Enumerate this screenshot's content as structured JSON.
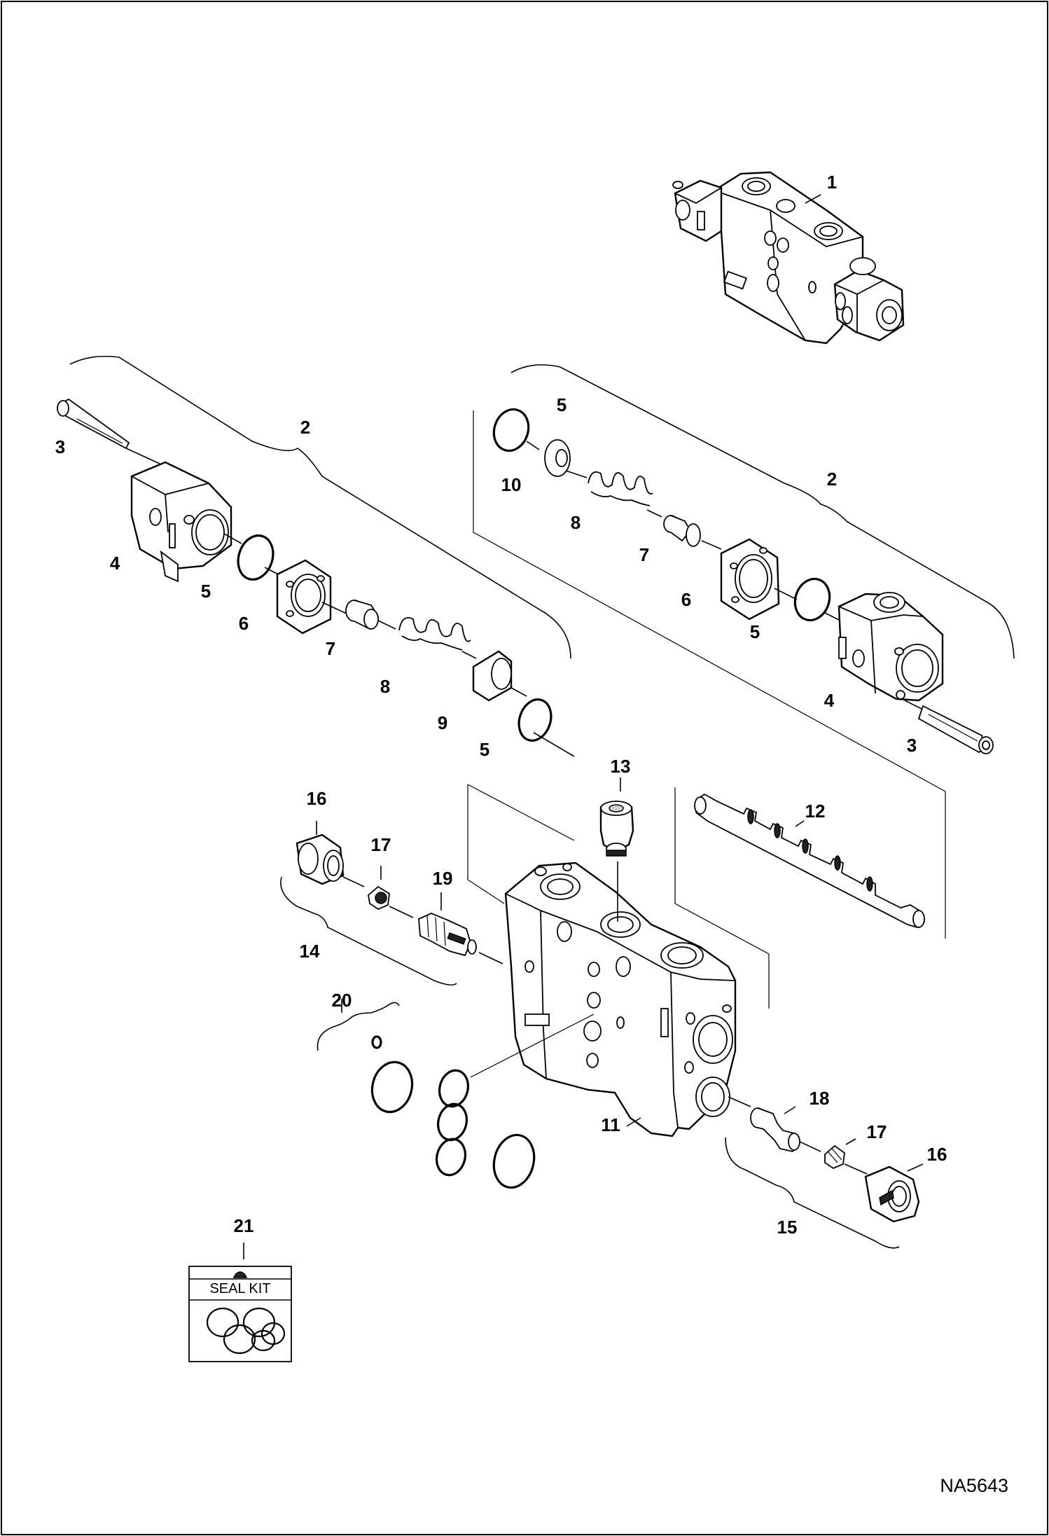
{
  "labels": {
    "p1": "1",
    "p2_left": "2",
    "p2_right": "2",
    "p3_left": "3",
    "p3_right": "3",
    "p4_left": "4",
    "p4_right": "4",
    "p5_left_a": "5",
    "p5_left_b": "5",
    "p5_right_a": "5",
    "p5_right_b": "5",
    "p6_left": "6",
    "p6_right": "6",
    "p7_left": "7",
    "p7_right": "7",
    "p8_left": "8",
    "p8_right": "8",
    "p9": "9",
    "p10": "10",
    "p11": "11",
    "p12": "12",
    "p13": "13",
    "p14": "14",
    "p15": "15",
    "p16_left": "16",
    "p16_right": "16",
    "p17_left": "17",
    "p17_right": "17",
    "p18": "18",
    "p19": "19",
    "p20": "20",
    "p21": "21"
  },
  "seal_kit_text": "SEAL KIT",
  "figure_ref": "NA5643"
}
